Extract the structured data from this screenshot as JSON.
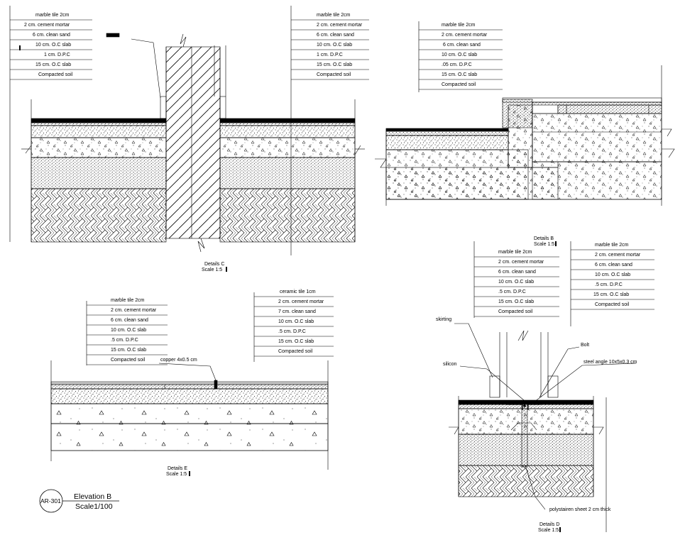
{
  "detail_c": {
    "left_layers": [
      "marble tile 2cm",
      "2 cm. cement mortar",
      "6 cm. clean sand",
      "10 cm. O.C slab",
      "1 cm. D.P.C",
      "15 cm. O.C slab",
      "Compacted soil"
    ],
    "right_layers": [
      "marble tile 2cm",
      "2 cm. cement mortar",
      "6 cm. clean sand",
      "10 cm. O.C slab",
      "1 cm. D.P.C",
      "15 cm. O.C slab",
      "Compacted soil"
    ],
    "title": "Details C",
    "scale": "Scale 1:5"
  },
  "detail_b": {
    "upper_layers": [
      "marble tile 2cm",
      "2 cm. cement mortar",
      "6 cm. clean sand",
      "10 cm. O.C slab",
      ".05 cm. D.P.C",
      "15 cm. O.C slab",
      "Compacted soil"
    ],
    "title": "Details B",
    "scale": "Scale 1:5"
  },
  "detail_e": {
    "left_layers": [
      "marble tile 2cm",
      "2 cm. cement mortar",
      "6 cm. clean sand",
      "10 cm. O.C slab",
      ".5 cm. D.P.C",
      "15 cm. O.C slab",
      "Compacted soil"
    ],
    "right_layers": [
      "ceramic tile 1cm",
      "2 cm. cement mortar",
      "7 cm. clean sand",
      "10 cm. O.C slab",
      ".5 cm. D.P.C",
      "15 cm. O.C slab",
      "Compacted soil"
    ],
    "callout": "copper 4x0.5 cm",
    "title": "Details E",
    "scale": "Scale 1:5"
  },
  "detail_d": {
    "left_layers": [
      "marble tile 2cm",
      "2 cm. cement mortar",
      "6 cm. clean sand",
      "10 cm. O.C slab",
      ".5 cm. D.P.C",
      "15 cm. O.C slab",
      "Compacted soil"
    ],
    "right_layers": [
      "marble tile 2cm",
      "2 cm. cement mortar",
      "6 cm. clean sand",
      "10 cm. O.C slab",
      ".5 cm. D.P.C",
      "15 cm. O.C slab",
      "Compacted soil"
    ],
    "callouts": {
      "skirting": "skirting",
      "silicon": "silicon",
      "bolt": "Bolt",
      "steel_angle": "steel angle 10x5x0.3 cm",
      "polystairen": "polystairen sheet 2 cm thick"
    },
    "title": "Details D",
    "scale": "Scale 1:5"
  },
  "title_block": {
    "sheet_code": "AR-301",
    "title": "Elevation B",
    "scale": "Scale1/100"
  },
  "colors": {
    "ink": "#000000",
    "paper": "#ffffff"
  }
}
